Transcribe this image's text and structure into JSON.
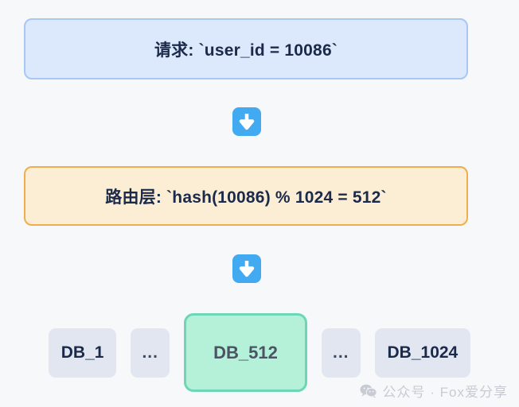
{
  "diagram": {
    "title": "sharding-route-flow",
    "background_color": "#f7f8fa",
    "stages": [
      {
        "id": "request",
        "label": "请求: `user_id = 10086`",
        "fill": "#dce8fb",
        "border": "#a6c8f2",
        "text_color": "#1b2a4a"
      },
      {
        "id": "router",
        "label": "路由层: `hash(10086) % 1024 = 512`",
        "fill": "#fceed4",
        "border": "#f0ad4e",
        "text_color": "#1b2a4a"
      }
    ],
    "connectors": [
      {
        "id": "arrow-1",
        "icon": "arrow-down-icon",
        "color": "#42aaf0"
      },
      {
        "id": "arrow-2",
        "icon": "arrow-down-icon",
        "color": "#42aaf0"
      }
    ],
    "shards": [
      {
        "id": "db-1",
        "label": "DB_1",
        "active": false,
        "fill": "#e2e6f0",
        "text_color": "#1b2a4a"
      },
      {
        "id": "gap-left",
        "label": "...",
        "active": false,
        "fill": "#e2e6f0",
        "text_color": "#3a4a66"
      },
      {
        "id": "db-512",
        "label": "DB_512",
        "active": true,
        "fill": "#b5f0d9",
        "border": "#6ed6b6",
        "text_color": "#4a5462"
      },
      {
        "id": "gap-right",
        "label": "...",
        "active": false,
        "fill": "#e2e6f0",
        "text_color": "#3a4a66"
      },
      {
        "id": "db-1024",
        "label": "DB_1024",
        "active": false,
        "fill": "#e2e6f0",
        "text_color": "#1b2a4a"
      }
    ]
  },
  "watermark": {
    "icon": "wechat-icon",
    "text": "公众号 · Fox爱分享",
    "color": "#c7cbd4"
  }
}
